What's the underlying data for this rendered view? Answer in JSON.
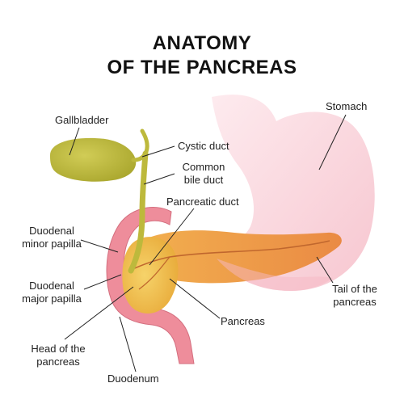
{
  "title": {
    "line1": "ANATOMY",
    "line2": "OF THE PANCREAS"
  },
  "labels": {
    "gallbladder": "Gallbladder",
    "cystic_duct": "Cystic duct",
    "common_bile_duct_1": "Common",
    "common_bile_duct_2": "bile duct",
    "pancreatic_duct": "Pancreatic duct",
    "stomach": "Stomach",
    "minor_papilla_1": "Duodenal",
    "minor_papilla_2": "minor papilla",
    "major_papilla_1": "Duodenal",
    "major_papilla_2": "major papilla",
    "head_1": "Head of the",
    "head_2": "pancreas",
    "duodenum": "Duodenum",
    "pancreas": "Pancreas",
    "tail_1": "Tail of the",
    "tail_2": "pancreas"
  },
  "stock_id": "#130974409",
  "colors": {
    "stomach": "#f7c6cf",
    "duodenum": "#ef8f9d",
    "pancreas_body": "#f0994a",
    "pancreas_head": "#f3c24e",
    "gallbladder": "#b8b73a",
    "bile_duct": "#c9c44a"
  }
}
